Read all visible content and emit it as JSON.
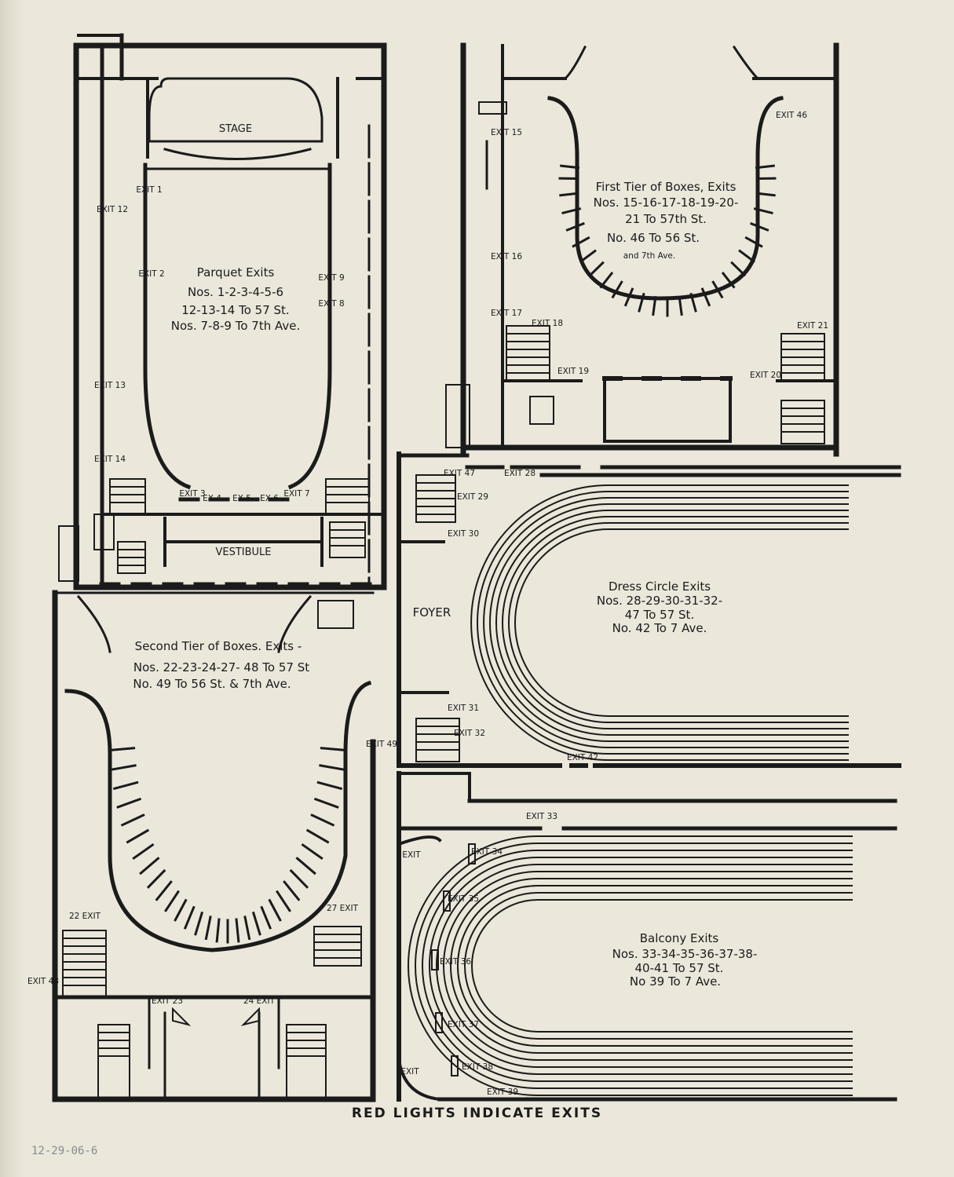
{
  "footer_caption": "RED LIGHTS INDICATE EXITS",
  "pencil_note": "12-29-06-6",
  "ink_color": "#1b1b1b",
  "paper_color": "#ebe7db",
  "parquet": {
    "stage": "STAGE",
    "vestibule": "VESTIBULE",
    "title": "Parquet Exits",
    "line1": "Nos. 1-2-3-4-5-6",
    "line2": "12-13-14 To 57 St.",
    "line3": "Nos. 7-8-9 To 7th Ave.",
    "exits": {
      "e1": "EXIT 1",
      "e2": "EXIT 2",
      "e3": "EXIT 3",
      "e4": "EX 4",
      "e5": "EX 5",
      "e6": "EX 6",
      "e7": "EXIT 7",
      "e8": "EXIT 8",
      "e9": "EXIT 9",
      "e12": "EXIT 12",
      "e13": "EXIT 13",
      "e14": "EXIT 14"
    }
  },
  "first_tier": {
    "title": "First Tier of Boxes, Exits",
    "line1": "Nos. 15-16-17-18-19-20-",
    "line2": "21 To 57th St.",
    "line3": "No. 46 To 56 St.",
    "line4": "and 7th Ave.",
    "exits": {
      "e15": "EXIT 15",
      "e16": "EXIT 16",
      "e17": "EXIT 17",
      "e18": "EXIT 18",
      "e19": "EXIT 19",
      "e20": "EXIT 20",
      "e21": "EXIT 21",
      "e46": "EXIT 46"
    }
  },
  "second_tier": {
    "title": "Second Tier of Boxes. Exits -",
    "line1": "Nos. 22-23-24-27- 48 To 57 St",
    "line2": "No. 49 To 56 St. & 7th Ave.",
    "exits": {
      "e22": "22 EXIT",
      "e23": "EXIT 23",
      "e24": "24 EXIT",
      "e27": "27 EXIT",
      "e48": "EXIT 48",
      "e49": "EXIT 49"
    }
  },
  "dress_circle": {
    "foyer": "FOYER",
    "title": "Dress Circle Exits",
    "line1": "Nos. 28-29-30-31-32-",
    "line2": "47 To 57 St.",
    "line3": "No. 42 To 7 Ave.",
    "exits": {
      "e28": "EXIT 28",
      "e29": "EXIT 29",
      "e30": "EXIT 30",
      "e31": "EXIT 31",
      "e32": "EXIT 32",
      "e42": "EXIT 42",
      "e47": "EXIT 47"
    }
  },
  "balcony": {
    "title": "Balcony Exits",
    "line1": "Nos. 33-34-35-36-37-38-",
    "line2": "40-41 To 57 St.",
    "line3": "No 39 To 7 Ave.",
    "exits": {
      "e33": "EXIT 33",
      "e34": "EXIT 34",
      "e35": "EXIT 35",
      "e36": "EXIT 36",
      "e37": "EXIT 37",
      "e38": "EXIT 38",
      "e39": "EXIT 39",
      "ea": "EXIT",
      "eb": "EXIT"
    }
  }
}
